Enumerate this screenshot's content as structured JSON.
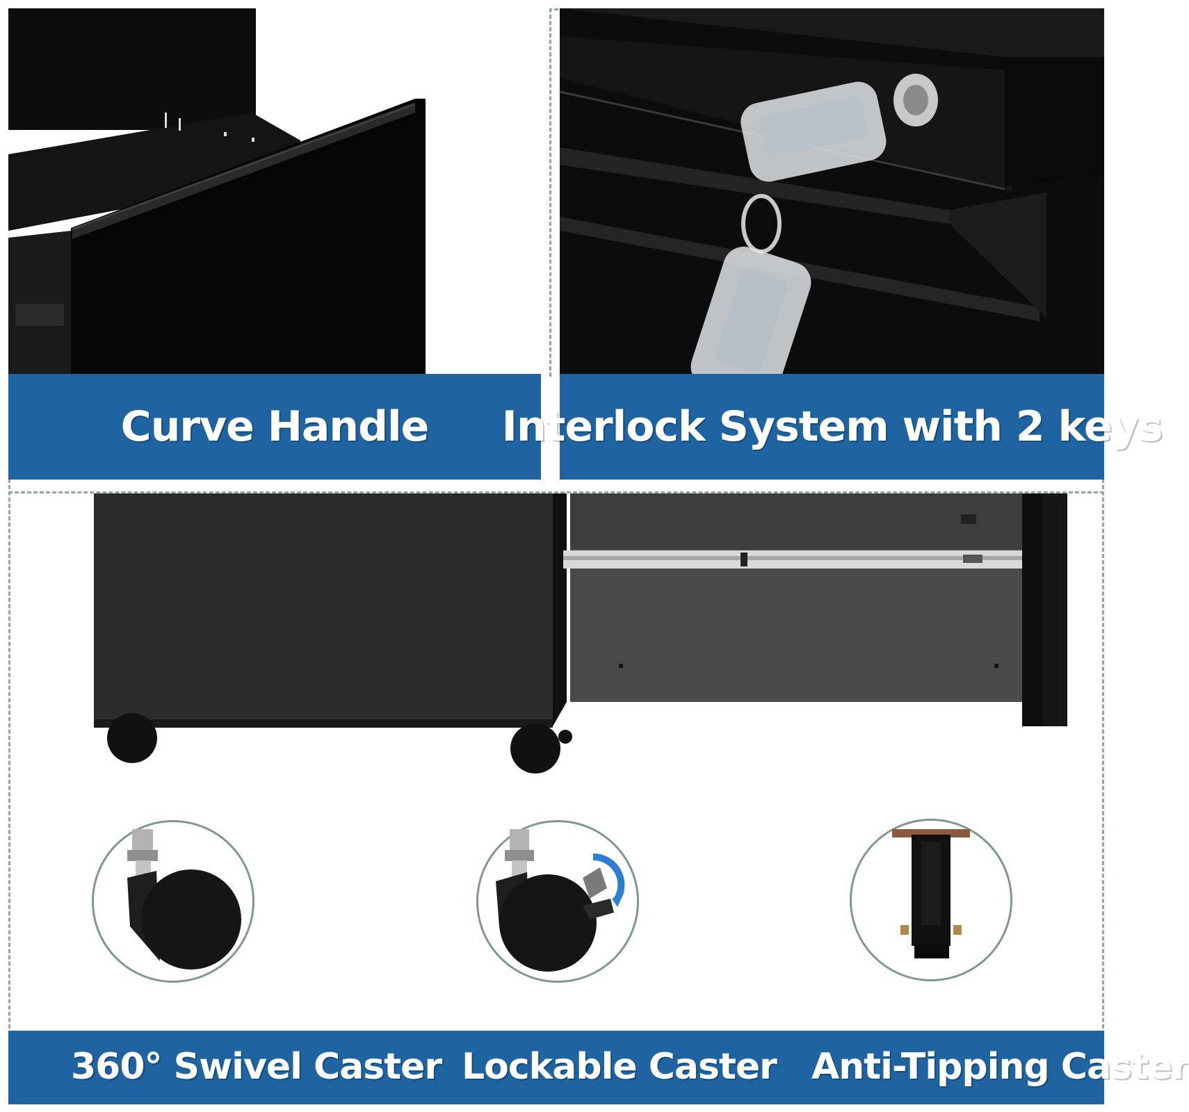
{
  "colors": {
    "banner": "#1f64a0",
    "divider": "#8fa7a0",
    "circle_border": "#7f9791",
    "product": "#111111"
  },
  "panels": {
    "curve_handle": {
      "caption": "Curve Handle",
      "icon": "cabinet-drawer-handle-photo"
    },
    "interlock": {
      "caption": "Interlock System with 2 keys",
      "icon": "lock-and-keys-photo"
    },
    "drawer_slide": {
      "icon": "cabinet-drawer-slide-photo"
    }
  },
  "casters": [
    {
      "caption": "360° Swivel Caster",
      "icon": "swivel-caster-icon"
    },
    {
      "caption": "Lockable Caster",
      "icon": "lockable-caster-icon"
    },
    {
      "caption": "Anti-Tipping Caster",
      "icon": "anti-tipping-caster-icon"
    }
  ]
}
